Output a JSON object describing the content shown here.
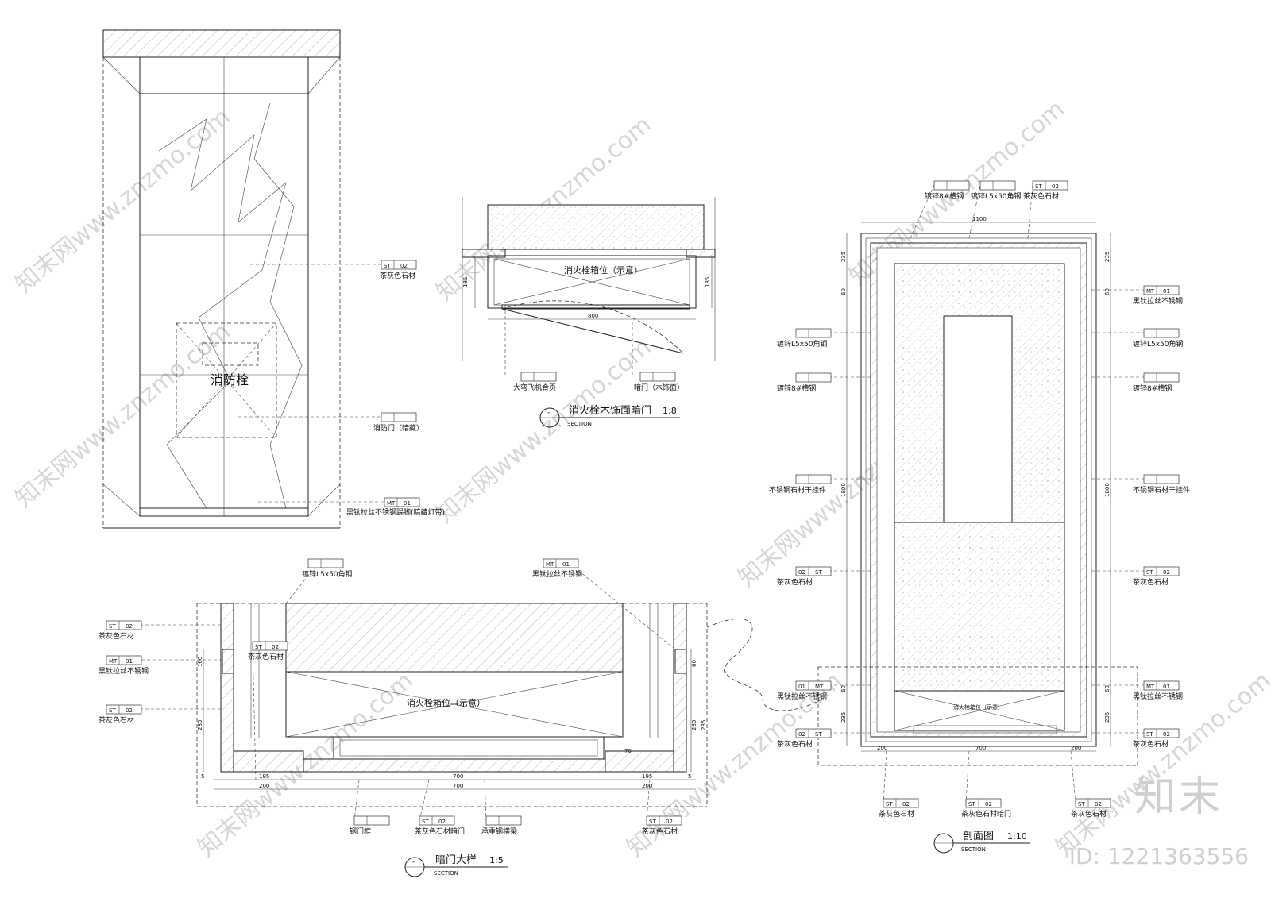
{
  "elevation": {
    "hydrant_text": "消防栓",
    "tag_st02": {
      "code": "ST",
      "num": "02",
      "label": "茶灰色石材"
    },
    "tag_door": {
      "code": "",
      "num": "",
      "label": "消防门（暗藏）"
    },
    "tag_mt01": {
      "code": "MT",
      "num": "01",
      "label": "黑钛拉丝不锈钢踢脚(暗藏灯带)"
    }
  },
  "section_top": {
    "box_label": "消火栓箱位（示意）",
    "dim_width": "800",
    "dim_depth_left": "185",
    "dim_depth_right": "185",
    "tag_hinge": {
      "code": "",
      "num": "",
      "label": "大弯飞机合页"
    },
    "tag_door": {
      "code": "",
      "num": "",
      "label": "暗门（木饰面）"
    },
    "title": {
      "symbol": "-",
      "name": "消火栓木饰面暗门",
      "scale": "1:8",
      "sub": "SECTION"
    }
  },
  "section_right": {
    "box_label": "消火栓箱位（示意）",
    "dim_top": "1100",
    "dim_235": "235",
    "dim_60": "60",
    "dim_1800": "1800",
    "dim_200": "200",
    "dim_700": "700",
    "tags_top": [
      {
        "code": "",
        "num": "",
        "label": "镀锌8#槽钢"
      },
      {
        "code": "",
        "num": "",
        "label": "镀锌L5x50角钢"
      },
      {
        "code": "ST",
        "num": "02",
        "label": "茶灰色石材"
      }
    ],
    "tags_left": [
      {
        "code": "",
        "num": "",
        "label": "镀锌L5x50角钢"
      },
      {
        "code": "",
        "num": "",
        "label": "镀锌8#槽钢"
      },
      {
        "code": "",
        "num": "",
        "label": "不锈钢石材干挂件"
      },
      {
        "code": "02",
        "num": "ST",
        "label": "茶灰色石材"
      },
      {
        "code": "01",
        "num": "MT",
        "label": "黑钛拉丝不锈钢"
      },
      {
        "code": "02",
        "num": "ST",
        "label": "茶灰色石材"
      }
    ],
    "tags_right": [
      {
        "code": "MT",
        "num": "01",
        "label": "黑钛拉丝不锈钢"
      },
      {
        "code": "",
        "num": "",
        "label": "镀锌L5x50角钢"
      },
      {
        "code": "",
        "num": "",
        "label": "镀锌8#槽钢"
      },
      {
        "code": "",
        "num": "",
        "label": "不锈钢石材干挂件"
      },
      {
        "code": "ST",
        "num": "02",
        "label": "茶灰色石材"
      },
      {
        "code": "MT",
        "num": "01",
        "label": "黑钛拉丝不锈钢"
      },
      {
        "code": "ST",
        "num": "02",
        "label": "茶灰色石材"
      }
    ],
    "tags_bottom": [
      {
        "code": "ST",
        "num": "02",
        "label": "茶灰色石材"
      },
      {
        "code": "ST",
        "num": "02",
        "label": "茶灰色石材暗门"
      },
      {
        "code": "ST",
        "num": "02",
        "label": "茶灰色石材"
      }
    ],
    "title": {
      "symbol": "-",
      "name": "剖面图",
      "scale": "1:10",
      "sub": "SECTION"
    }
  },
  "detail": {
    "box_label": "消火栓箱位（示意）",
    "tag_angle": {
      "code": "",
      "num": "",
      "label": "镀锌L5x50角钢"
    },
    "tag_mt_top": {
      "code": "MT",
      "num": "01",
      "label": "黑钛拉丝不锈钢"
    },
    "tags_left": [
      {
        "code": "ST",
        "num": "02",
        "label": "茶灰色石材"
      },
      {
        "code": "MT",
        "num": "01",
        "label": "黑钛拉丝不锈钢"
      },
      {
        "code": "ST",
        "num": "02",
        "label": "茶灰色石材"
      }
    ],
    "tags_bottom": [
      {
        "code": "ST",
        "num": "02",
        "label": "茶灰色石材"
      },
      {
        "code": "",
        "num": "",
        "label": "钢门框"
      },
      {
        "code": "ST",
        "num": "02",
        "label": "茶灰色石材暗门"
      },
      {
        "code": "",
        "num": "",
        "label": "承重钢横梁"
      },
      {
        "code": "ST",
        "num": "02",
        "label": "茶灰色石材"
      }
    ],
    "dims": {
      "d5": "5",
      "d195": "195",
      "d200": "200",
      "d700": "700",
      "d70": "70",
      "d160": "160",
      "d60": "60",
      "d230": "230",
      "d235": "235"
    },
    "title": {
      "symbol": "-",
      "name": "暗门大样",
      "scale": "1:5",
      "sub": "SECTION"
    }
  },
  "watermark": {
    "text": "知末网www.znzmo.com",
    "brand": "知末",
    "id": "ID: 1221363556"
  }
}
